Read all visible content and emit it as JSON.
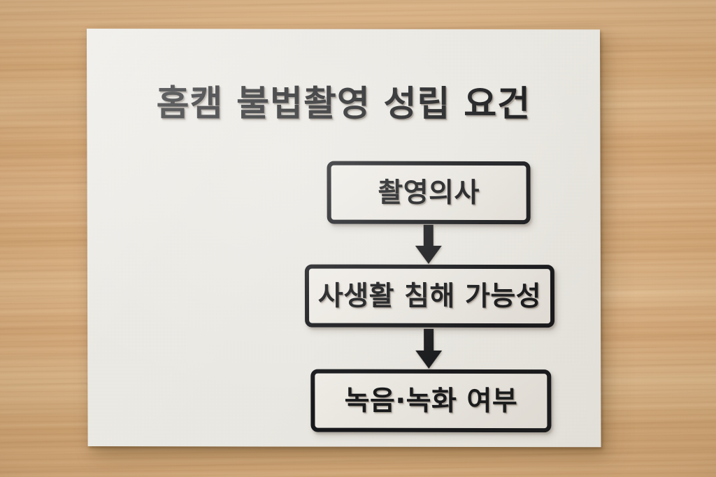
{
  "scene": {
    "surface": "wooden-desk",
    "surface_color": "#d4ab7c",
    "paper_color": "#eceae4",
    "ink_color": "#16171a"
  },
  "poster": {
    "title": "홈캠 불법촬영 성립 요건"
  },
  "chart_data": {
    "type": "diagram",
    "subtype": "flowchart",
    "orientation": "vertical",
    "title": "홈캠 불법촬영 성립 요건",
    "nodes": [
      {
        "id": "n1",
        "label": "촬영의사",
        "order": 1
      },
      {
        "id": "n2",
        "label": "사생활 침해 가능성",
        "order": 2
      },
      {
        "id": "n3",
        "label": "녹음·녹화 여부",
        "order": 3
      }
    ],
    "edges": [
      {
        "from": "n1",
        "to": "n2",
        "style": "solid-filled-arrow",
        "direction": "down"
      },
      {
        "from": "n2",
        "to": "n3",
        "style": "solid-filled-arrow",
        "direction": "down"
      }
    ],
    "legend": [],
    "annotations": []
  }
}
